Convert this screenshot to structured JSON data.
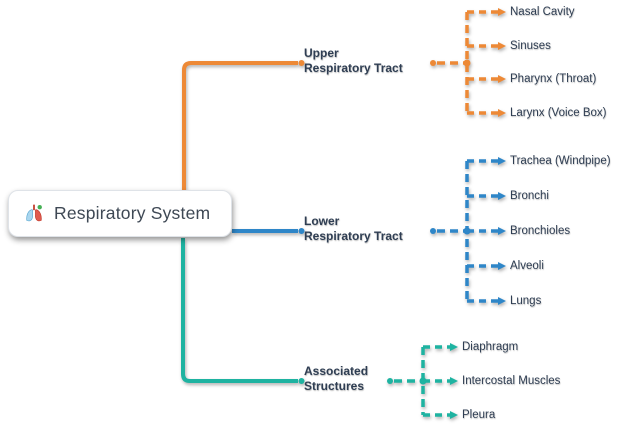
{
  "root": {
    "label": "Respiratory System",
    "icon": "lungs-icon"
  },
  "branches": [
    {
      "id": "upper-respiratory-tract",
      "label_lines": [
        "Upper",
        "Respiratory Tract"
      ],
      "color": "#ED8936",
      "children": [
        "Nasal Cavity",
        "Sinuses",
        "Pharynx (Throat)",
        "Larynx (Voice Box)"
      ]
    },
    {
      "id": "lower-respiratory-tract",
      "label_lines": [
        "Lower",
        "Respiratory Tract"
      ],
      "color": "#2E86C8",
      "children": [
        "Trachea (Windpipe)",
        "Bronchi",
        "Bronchioles",
        "Alveoli",
        "Lungs"
      ]
    },
    {
      "id": "associated-structures",
      "label_lines": [
        "Associated",
        "Structures"
      ],
      "color": "#1EB3A1",
      "children": [
        "Diaphragm",
        "Intercostal Muscles",
        "Pleura"
      ]
    }
  ],
  "colors": {
    "branch_upper": "#ED8936",
    "branch_lower": "#2E86C8",
    "branch_associated": "#1EB3A1",
    "label_text": "#2F3E53",
    "root_text": "#3E4854",
    "node_background": "#FFFFFF"
  }
}
